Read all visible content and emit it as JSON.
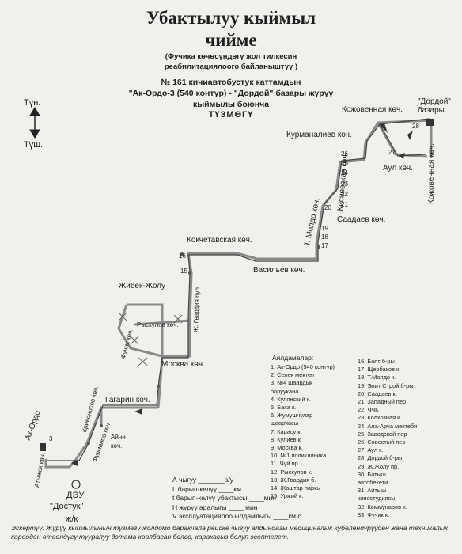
{
  "header": {
    "title_line1": "Убактылуу кыймыл",
    "title_line2": "чийме",
    "subtitle_line1": "(Фучика көчөсүндөгү жол тилкесин",
    "subtitle_line2": "реабилитациялоого байланыштуу   )",
    "route_line1": "№ 161 кичиавтобустук каттамдын",
    "route_line2": "\"Ак-Ордо-3 (540 контур)  -  \"Дордой\" базары жүрүү",
    "route_line3": "кыймылы боюнча",
    "route_line4": "ТҮЗМӨГҮ"
  },
  "compass": {
    "north": "Түн.",
    "south": "Түш."
  },
  "map_labels": {
    "kozhevennaya_top": "Кожовенная көч.",
    "dordoy_bazar": "\"Дордой\" базары",
    "kozhevennaya_vert": "Кожовенная көч.",
    "kurmanaliev": "Курманалиев көч.",
    "aul": "Аул көч.",
    "kievskaya": "Кисиевская көч.",
    "saadaev": "Саадаев көч.",
    "t_moldo": "Т. Молдо көч.",
    "kokchetav": "Кокчетавская көч.",
    "vasiliev": "Васильев көч.",
    "zhibek_zholu": "Жибек-Жолу",
    "rykulov": "Рыскулов көч.",
    "zh_gvardiya": "Ж. Гвардия бул.",
    "fuchik": "Фучик көч.",
    "moskva": "Москва көч.",
    "gagarin": "Гагарин көч.",
    "krivonos": "Кривоносов көч.",
    "aini": "Айни көч.",
    "furmanov": "Фурманов көч.",
    "ak_ordo": "Ак-Ордо",
    "atyzhok": "Атыжок көч.",
    "dostuk": "\"Достук\"",
    "dzhk": "ж/к",
    "deu": "ДЭУ",
    "ak_ordo_num": "3"
  },
  "stop_numbers_right": [
    "28",
    "27",
    "26",
    "25",
    "24",
    "23",
    "22",
    "21",
    "20",
    "19",
    "18",
    "17",
    "16",
    "15"
  ],
  "legend_title": "Аялдамалар:",
  "legend_col1": [
    "1. Ак-Ордо (540 контур)",
    "2. Селек мектеп",
    "3. №4 шаардык",
    "   ооруукана",
    "4. Кулянский к.",
    "5. Баха к.",
    "6. Жумушчулар",
    "   шаарчасы",
    "7. Карасу к.",
    "8. Кулиев к.",
    "9. Москва к.",
    "10. №1 поликлиника",
    "11. Чүй пр.",
    "12. Рыскулов к.",
    "13. Ж.Гвардия б.",
    "14. Жаштар паркы",
    "15. Уржий к."
  ],
  "legend_col2": [
    "16. Баят б-ры",
    "17. Щербаков к.",
    "18. Т.Молдо к.",
    "19. Элит Строй б-ры",
    "20. Саадаев к.",
    "21. Западный пер",
    "22. ЧЧК",
    "23. Колхозная к.",
    "24. Ала-Арча мектеби",
    "25. Заводской пер",
    "26. Совестый пер",
    "27. Аул к.",
    "28. Дордой б-ры",
    "29. Ж.Жолу пр.",
    "30. Батыш",
    "    автобекети",
    "31. Айтыш",
    "    киностудиясы",
    "32. Коммунаров к.",
    "33. Фучик к."
  ],
  "form": {
    "line1": "А чыгуу  _______а/у",
    "line2": "L барып-келүү  ____км",
    "line3": "t барып-келүү убактысы ____мин",
    "line4": "H жүрүү аралыгы ____ мин",
    "line5": "V эксплуатациялоо ылдамдыгы ____км.с"
  },
  "note": "Эскертүү: Жүрүү кыймылынын түзмөгү жолдомо баракчала рейске чыгуу алдындагы медициналык кубөлөндүрүүдөн жана техникалык кароодон өтөөндүгү тууралуу дэтама коолбаган болсо, каракасыз болуп эсептелет."
}
